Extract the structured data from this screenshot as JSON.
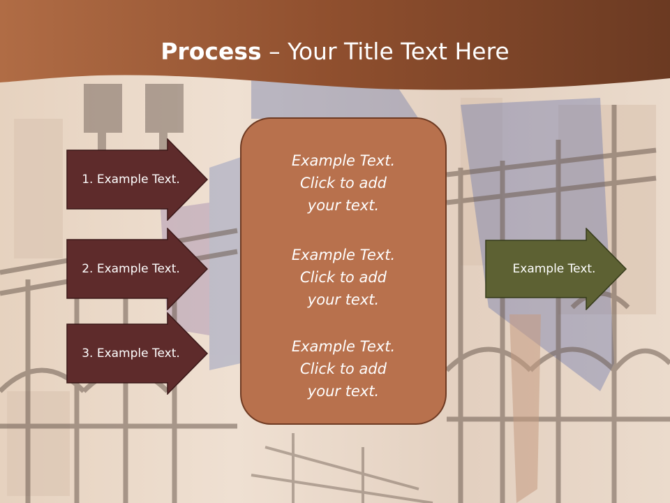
{
  "title": {
    "bold": "Process",
    "rest": " – Your Title Text Here"
  },
  "left_steps": [
    {
      "label": "1. Example Text."
    },
    {
      "label": "2. Example Text."
    },
    {
      "label": "3. Example Text."
    }
  ],
  "center_blocks": [
    {
      "line1": "Example Text.",
      "line2": "Click  to add",
      "line3": "your text."
    },
    {
      "line1": "Example Text.",
      "line2": "Click  to add",
      "line3": "your text."
    },
    {
      "line1": "Example Text.",
      "line2": "Click  to add",
      "line3": "your text."
    }
  ],
  "result": {
    "label": "Example Text."
  },
  "colors": {
    "header": "#9c5a36",
    "step_arrow": "#5e2b2b",
    "center_box": "#b8714d",
    "result_arrow": "#5d6133"
  }
}
